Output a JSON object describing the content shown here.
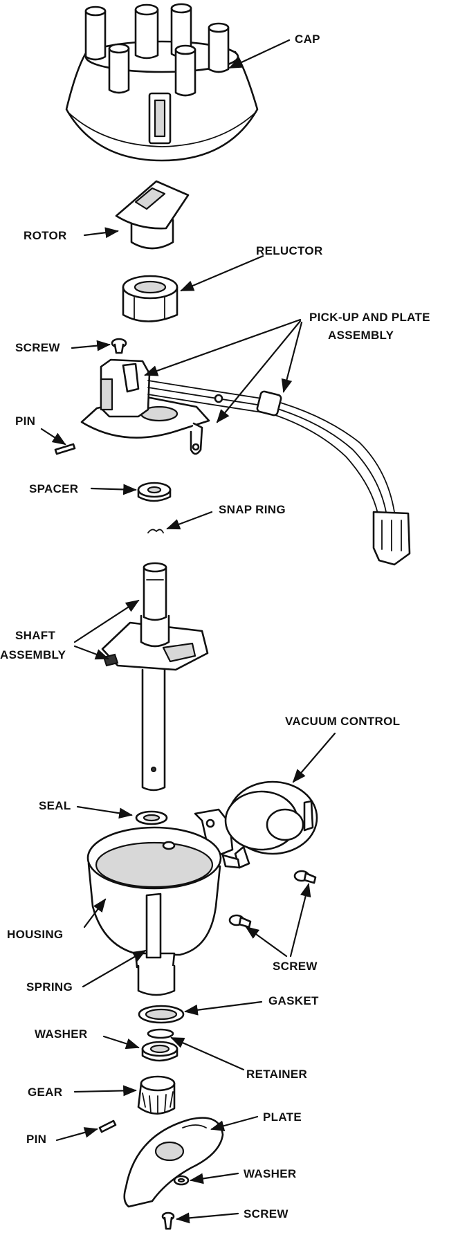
{
  "labels": {
    "cap": "CAP",
    "rotor": "ROTOR",
    "reluctor": "RELUCTOR",
    "pickup_line1": "PICK-UP AND PLATE",
    "pickup_line2": "ASSEMBLY",
    "screw_top": "SCREW",
    "pin_top": "PIN",
    "spacer": "SPACER",
    "snap_ring": "SNAP RING",
    "shaft_line1": "SHAFT",
    "shaft_line2": "ASSEMBLY",
    "vacuum_control": "VACUUM CONTROL",
    "seal": "SEAL",
    "housing": "HOUSING",
    "screw_mid": "SCREW",
    "spring": "SPRING",
    "gasket": "GASKET",
    "washer_top": "WASHER",
    "retainer": "RETAINER",
    "gear": "GEAR",
    "pin_bottom": "PIN",
    "plate": "PLATE",
    "washer_bottom": "WASHER",
    "screw_bottom": "SCREW"
  }
}
